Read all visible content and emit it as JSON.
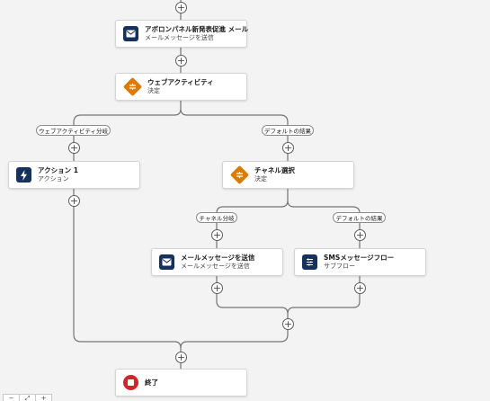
{
  "nodes": {
    "email_top": {
      "title": "アボロンパネル新発表促進 メール",
      "subtitle": "メールメッセージを送信",
      "icon": "envelope-icon"
    },
    "web_activity": {
      "title": "ウェブアクティビティ",
      "subtitle": "決定",
      "icon": "decision-icon"
    },
    "action1": {
      "title": "アクション 1",
      "subtitle": "アクション",
      "icon": "lightning-icon"
    },
    "channel_select": {
      "title": "チャネル選択",
      "subtitle": "決定",
      "icon": "decision-icon"
    },
    "send_email": {
      "title": "メールメッセージを送信",
      "subtitle": "メールメッセージを送信",
      "icon": "envelope-icon"
    },
    "sms_flow": {
      "title": "SMSメッセージフロー",
      "subtitle": "サブフロー",
      "icon": "subflow-icon"
    },
    "end": {
      "title": "終了",
      "icon": "stop-icon"
    }
  },
  "branches": {
    "web_branch": "ウェブアクティビティ分岐",
    "default_result_1": "デフォルトの結果",
    "channel_branch": "チャネル分岐",
    "default_result_2": "デフォルトの結果"
  },
  "add_symbol": "+",
  "zoom": {
    "out": "−",
    "fit": "⤢",
    "in": "+"
  },
  "colors": {
    "navy": "#16325c",
    "orange": "#dd7a01",
    "red": "#d8222a",
    "connector": "#747474"
  }
}
